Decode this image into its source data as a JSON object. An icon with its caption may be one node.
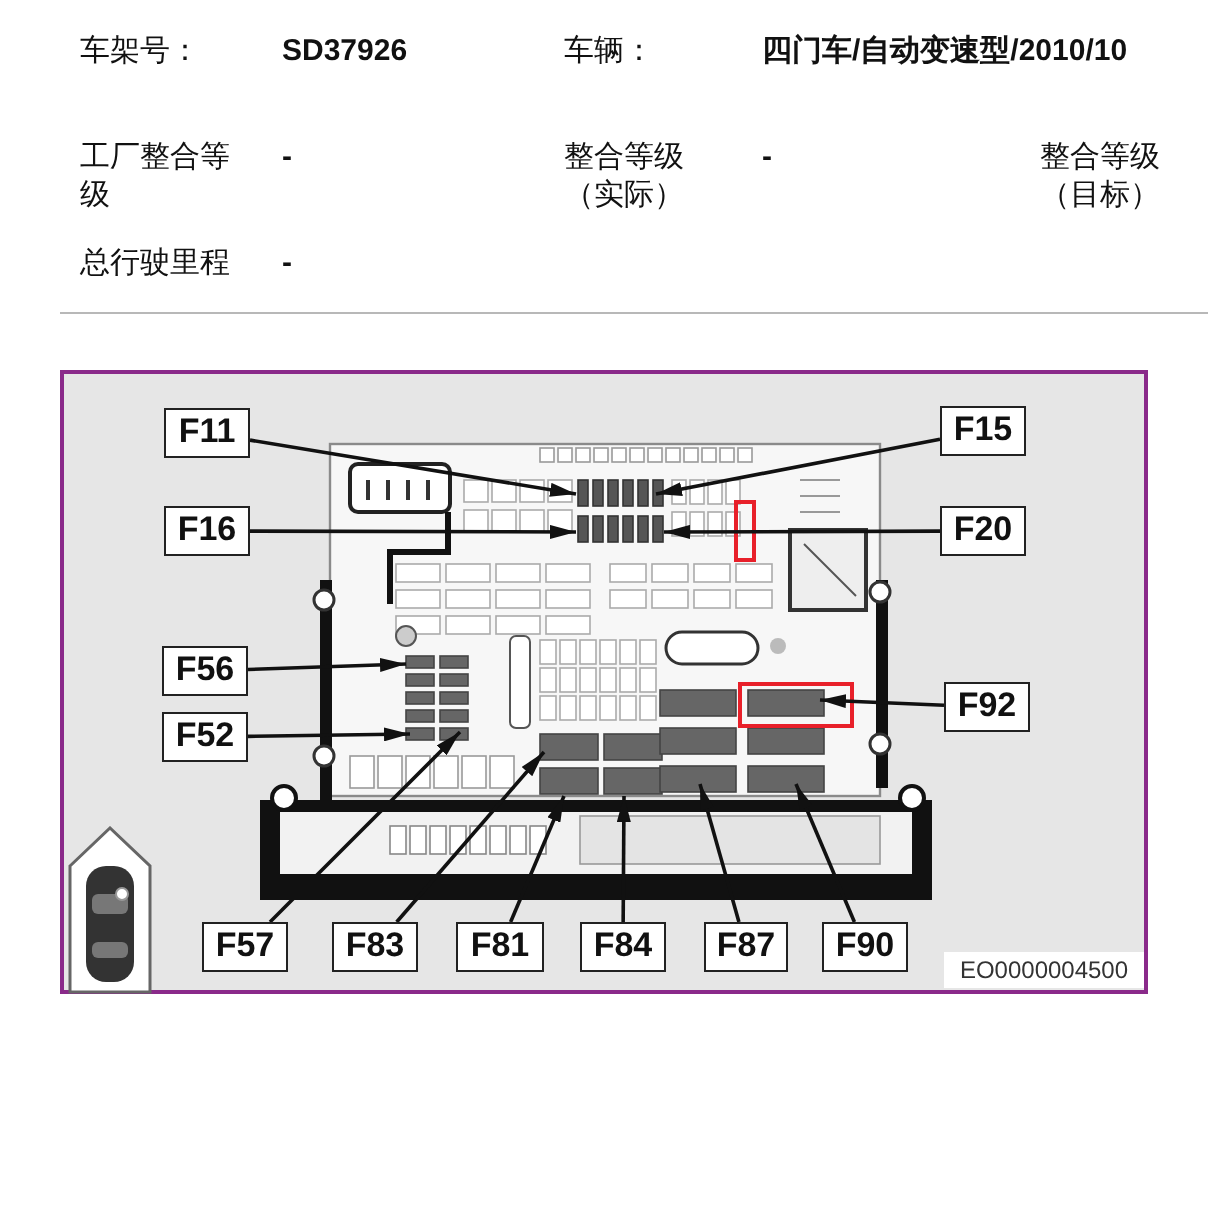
{
  "diagram": {
    "nodes": [
      {
        "text": [
          "F11"
        ]
      },
      {
        "text": [
          "F15"
        ]
      },
      {
        "text": [
          "F16"
        ]
      },
      {
        "text": [
          "F20"
        ]
      },
      {
        "text": [
          "F56"
        ]
      },
      {
        "text": [
          "F92"
        ]
      },
      {
        "text": [
          "F52"
        ]
      },
      {
        "text": [
          "F57"
        ]
      },
      {
        "text": [
          "F83"
        ]
      },
      {
        "text": [
          "F81"
        ]
      },
      {
        "text": [
          "F84"
        ]
      },
      {
        "text": [
          "F87"
        ]
      },
      {
        "text": [
          "F90"
        ]
      }
    ],
    "edges": [
      {
        "from": 0,
        "to": null,
        "arrow": "to"
      },
      {
        "from": 1,
        "to": null,
        "arrow": "to"
      },
      {
        "from": 2,
        "to": null,
        "arrow": "to"
      },
      {
        "from": 3,
        "to": null,
        "arrow": "to"
      },
      {
        "from": 4,
        "to": null,
        "arrow": "to"
      },
      {
        "from": 5,
        "to": null,
        "arrow": "to"
      },
      {
        "from": 6,
        "to": null,
        "arrow": "to"
      },
      {
        "from": 7,
        "to": null,
        "arrow": "to"
      },
      {
        "from": 8,
        "to": null,
        "arrow": "to"
      },
      {
        "from": 9,
        "to": null,
        "arrow": "to"
      },
      {
        "from": 10,
        "to": null,
        "arrow": "to"
      },
      {
        "from": 11,
        "to": null,
        "arrow": "to"
      },
      {
        "from": 12,
        "to": null,
        "arrow": "to"
      }
    ],
    "labels": [
      "车架号：",
      "SD37926",
      "车辆：",
      "四门车/自动变速型/2010/10",
      "工厂整合等级",
      "-",
      "整合等级（实际）",
      "-",
      "整合等级（目标）",
      "总行驶里程",
      "-",
      "EO0000004500"
    ]
  }
}
